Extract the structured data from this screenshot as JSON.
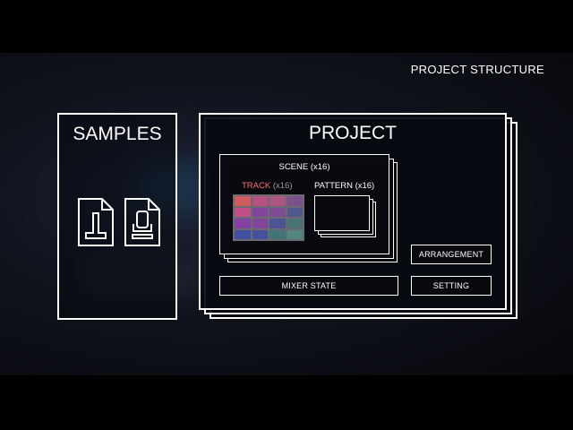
{
  "header": {
    "title": "PROJECT STRUCTURE"
  },
  "samples": {
    "title": "SAMPLES",
    "icons": [
      "audio-file-icon",
      "instrument-file-icon"
    ]
  },
  "project": {
    "title": "PROJECT",
    "scene": {
      "label": "SCENE (x16)",
      "track_label": "TRACK",
      "track_multiplier": "(x16)",
      "pattern_label": "PATTERN (x16)"
    },
    "mixer_label": "MIXER STATE",
    "arrangement_label": "ARRANGEMENT",
    "setting_label": "SETTING"
  },
  "colors": {
    "accent_track": "#ff6f6f",
    "grid_gradient": [
      "#e05a5a",
      "#d04a8a",
      "#8a3aa8",
      "#3a4aa8",
      "#2a7a7a",
      "#3aa08a"
    ]
  }
}
